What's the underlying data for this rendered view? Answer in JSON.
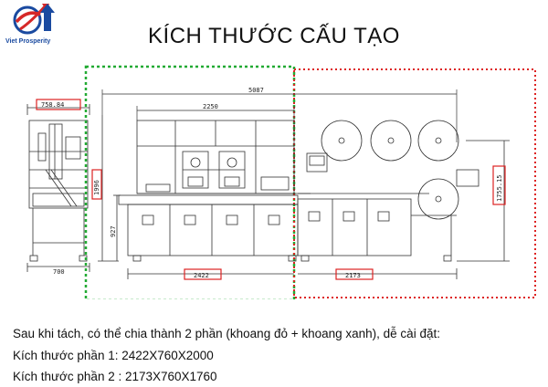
{
  "brand": {
    "name": "Viet Prosperity",
    "primary_color": "#1a4aa0",
    "accent_color": "#d62828"
  },
  "title": "KÍCH THƯỚC CẤU TẠO",
  "drawing": {
    "dimensions": {
      "side_width_top": "758.84",
      "side_width_bottom": "700",
      "total_length": "5087",
      "inner_frame": "2250",
      "height_total": "1996",
      "height_table": "927",
      "part1_length": "2422",
      "part2_length": "2173",
      "part2_height": "1755.15"
    },
    "zones": {
      "green_color": "#22aa33",
      "red_color": "#dd2222"
    }
  },
  "caption": {
    "line1": "Sau khi tách, có thể chia thành 2 phần (khoang đỏ + khoang xanh), dễ cài đặt:",
    "line2": "Kích thước phần 1: 2422X760X2000",
    "line3": "Kích thước phần 2 : 2173X760X1760"
  }
}
